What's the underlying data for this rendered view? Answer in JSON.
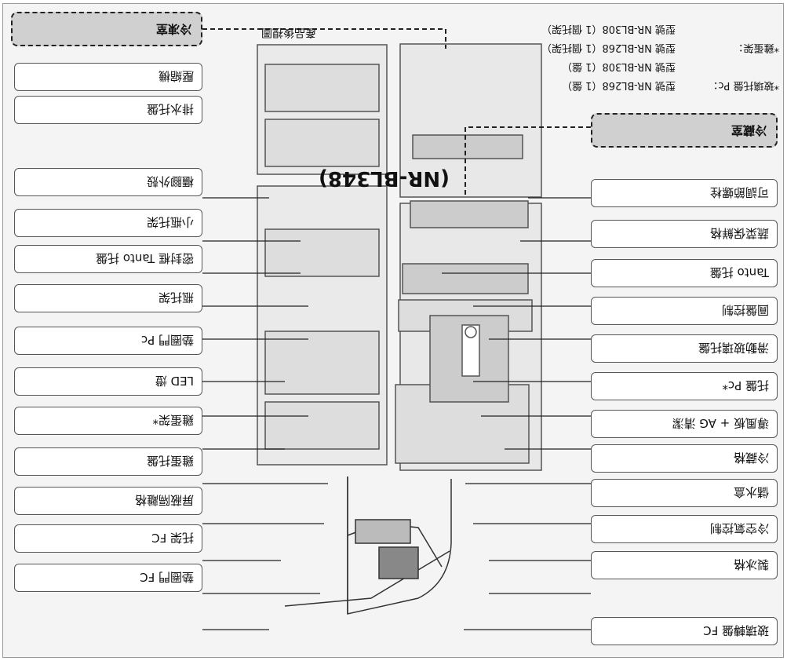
{
  "model_label": "(NR-BL348)",
  "inset_caption": "產品後視圖",
  "notes": {
    "egg_rack_label": "*雞蛋架：",
    "egg_rack_model_1": "型號 NR-BL268（1 個托架）",
    "egg_rack_model_2": "型號 NR-BL308（1 個托架）",
    "glass_shelf_label": "*玻璃托盤 Pc：",
    "glass_shelf_model_1": "型號 NR-BL268（1 盤）",
    "glass_shelf_model_2": "型號 NR-BL308（1 盤）"
  },
  "zones": {
    "fridge": "冷藏室",
    "freezer": "冷凍室"
  },
  "labels": {
    "adjustable_foot": "可調節螺栓",
    "vegetable_case": "蔬菜保鮮格",
    "tanto_shelf": "Tanto 托盤",
    "dial_control": "圓盤控制",
    "sliding_glass_shelf": "滑動玻璃托盤",
    "shelf_pc": "托盤 Pc*",
    "fan_ag": "導風板 + AG 清潔",
    "chilled_case": "冷藏格",
    "ice_box": "儲水盒",
    "air_control": "冷空氣控制",
    "ice_tray": "製冰格",
    "glass_rotating_fc": "玻璃轉盤 FC",
    "compressor": "壓縮機",
    "drain_pan": "排水托盤",
    "cabinet_cover": "櫃腳外殼",
    "small_bottle_rack": "小瓶托架",
    "sealed_tanto": "密封框 Tanto 托盤",
    "bottle_rack": "瓶托架",
    "door_gasket_pc": "墊圈門 Pc",
    "led_light": "LED 燈",
    "egg_rack": "雞蛋架*",
    "egg_tray": "雞蛋托盤",
    "freezer_box": "屏蔽隔離格",
    "rack_fc": "托架 FC",
    "door_gasket_fc": "墊圈門 FC"
  }
}
